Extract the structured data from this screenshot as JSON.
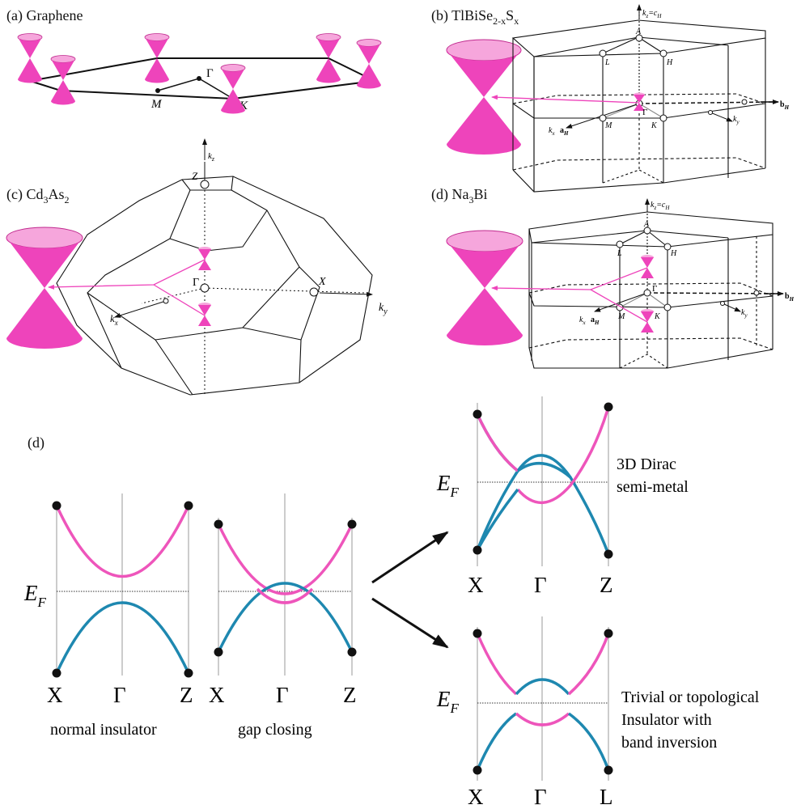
{
  "colors": {
    "cone": "#ee44bb",
    "conduction": "#ee55bb",
    "valence": "#1e88b0",
    "line": "#111111",
    "grid": "#999999"
  },
  "panels": {
    "a": {
      "label": "(a) Graphene",
      "points": {
        "gamma": "Γ",
        "M": "M",
        "K": "K"
      }
    },
    "b": {
      "label_main": "(b) TlBiSe",
      "label_sub1": "2-x",
      "label_mid": "S",
      "label_sub2": "x",
      "axis_kz": "k",
      "axis_kz_sub": "z",
      "axis_kz_eq": "=c",
      "axis_kz_eq_sub": "H",
      "axis_b": "b",
      "axis_b_sub": "H",
      "axis_a": "a",
      "axis_a_sub": "H",
      "kx": "k",
      "kx_sub": "x",
      "ky": "k",
      "ky_sub": "y",
      "points": {
        "A": "A",
        "L": "L",
        "H": "H",
        "gamma": "Γ",
        "M": "M",
        "K": "K"
      }
    },
    "c": {
      "label_main": "(c) Cd",
      "label_sub1": "3",
      "label_mid": "As",
      "label_sub2": "2",
      "kz": "k",
      "kz_sub": "z",
      "ky": "k",
      "ky_sub": "y",
      "kx": "k",
      "kx_sub": "x",
      "points": {
        "Z": "Z",
        "X": "X",
        "gamma": "Γ"
      }
    },
    "d_top": {
      "label_main": "(d) Na",
      "label_sub1": "3",
      "label_mid": "Bi",
      "axis_kz": "k",
      "axis_kz_sub": "z",
      "axis_kz_eq": "=c",
      "axis_kz_eq_sub": "H",
      "axis_b": "b",
      "axis_b_sub": "H",
      "axis_a": "a",
      "axis_a_sub": "H",
      "kx": "k",
      "kx_sub": "x",
      "ky": "k",
      "ky_sub": "y",
      "points": {
        "A": "A",
        "L": "L",
        "H": "H",
        "gamma": "Γ",
        "M": "M",
        "K": "K"
      }
    },
    "d_bottom": {
      "label": "(d)",
      "ef": "E",
      "ef_sub": "F",
      "plots": [
        {
          "ticks": [
            "X",
            "Γ",
            "Z"
          ],
          "caption": "normal insulator"
        },
        {
          "ticks": [
            "X",
            "Γ",
            "Z"
          ],
          "caption": "gap closing"
        },
        {
          "ticks": [
            "X",
            "Γ",
            "Z"
          ],
          "caption_lines": [
            "3D Dirac",
            "semi-metal"
          ]
        },
        {
          "ticks": [
            "X",
            "Γ",
            "L"
          ],
          "caption_lines": [
            "Trivial or topological",
            "Insulator with",
            "band inversion"
          ]
        }
      ]
    }
  }
}
